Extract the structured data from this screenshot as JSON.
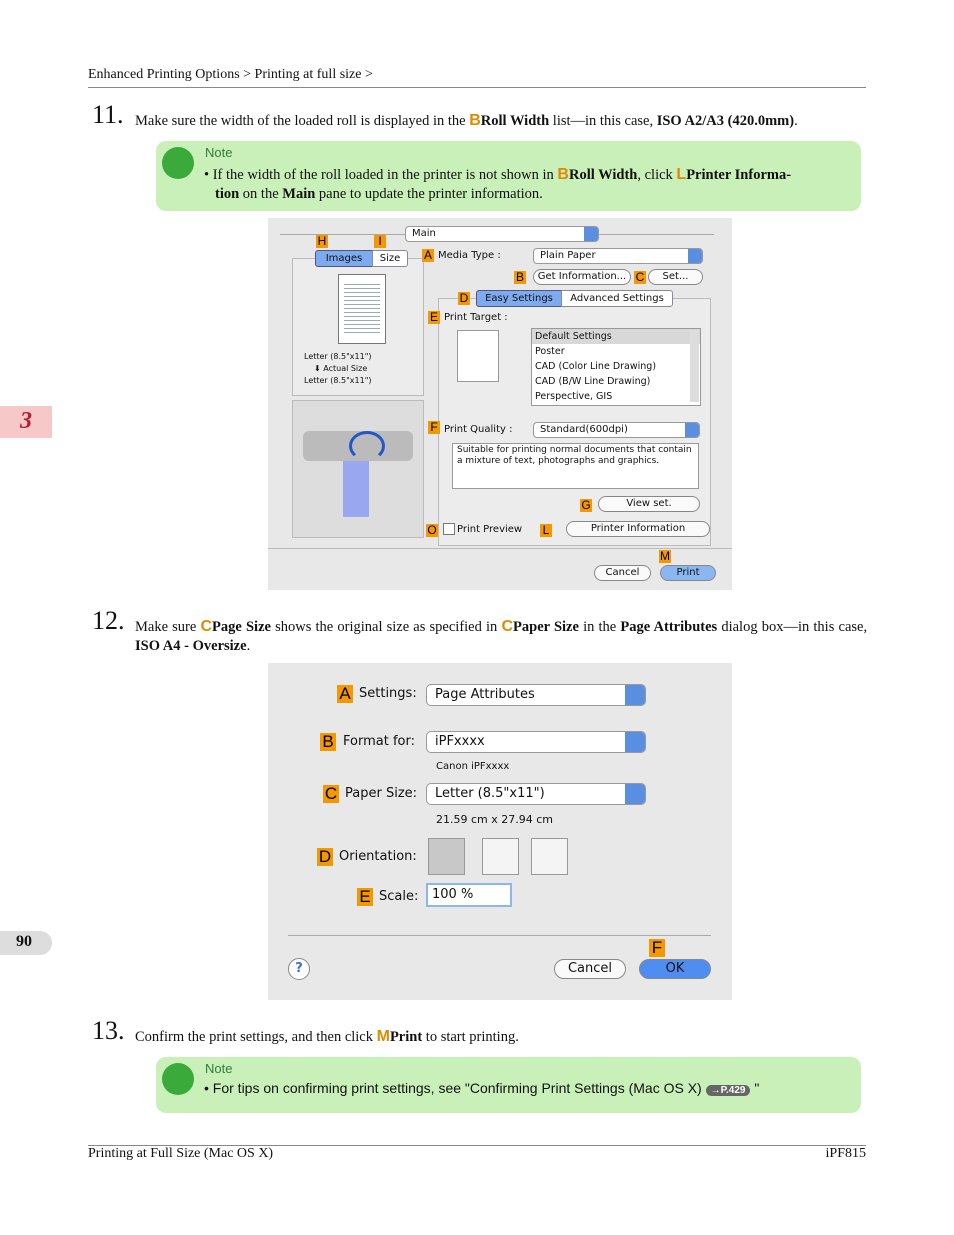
{
  "header": {
    "breadcrumb": "Enhanced Printing Options > Printing at full size >"
  },
  "side_tab": "3",
  "page_number": "90",
  "step11": {
    "num": "11.",
    "pre": "Make sure the width of the loaded roll is displayed in the",
    "letter": "B",
    "bold1": "Roll Width",
    "mid": "list—in this case,",
    "bold2": "ISO A2/A3 (420.0mm)",
    "end": "."
  },
  "note1": {
    "label": "Note",
    "bullet": "•",
    "t1": "If the width of the roll loaded in the printer is not shown in",
    "l1": "B",
    "b1": "Roll Width",
    "t2": ", click",
    "l2": "L",
    "b2": "Printer Informa-",
    "b3": "tion",
    "t3": "on the",
    "b4": "Main",
    "t4": "pane to update the printer information."
  },
  "dialog1": {
    "main_popup": "Main",
    "tab_images": "Images",
    "tab_size": "Size",
    "letter_from": "Letter (8.5\"x11\")",
    "actual_size": "Actual Size",
    "letter_to": "Letter (8.5\"x11\")",
    "media_type_label": "Media Type :",
    "media_type_value": "Plain Paper",
    "get_info": "Get Information...",
    "set": "Set...",
    "tab_easy": "Easy Settings",
    "tab_advanced": "Advanced Settings",
    "print_target": "Print Target :",
    "targets": [
      "Default Settings",
      "Poster",
      "CAD (Color Line Drawing)",
      "CAD (B/W Line Drawing)",
      "Perspective, GIS"
    ],
    "print_quality_label": "Print Quality :",
    "print_quality_value": "Standard(600dpi)",
    "quality_desc": "Suitable for printing normal documents that contain a mixture of text, photographs and graphics.",
    "view_set": "View set.",
    "print_preview": "Print Preview",
    "printer_info": "Printer Information",
    "cancel": "Cancel",
    "print": "Print",
    "letters": {
      "H": "H",
      "I": "I",
      "A": "A",
      "B": "B",
      "C": "C",
      "D": "D",
      "E": "E",
      "F": "F",
      "G": "G",
      "O": "O",
      "L": "L",
      "M": "M"
    }
  },
  "step12": {
    "num": "12.",
    "pre": "Make sure",
    "l1": "C",
    "b1": "Page Size",
    "t1": "shows the original size as specified in",
    "l2": "C",
    "b2": "Paper Size",
    "t2": "in the",
    "b3": "Page Attributes",
    "t3": "dialog box—in",
    "t4": "this case,",
    "b4": "ISO A4 - Oversize",
    "end": "."
  },
  "dialog2": {
    "settings_label": "Settings:",
    "settings_value": "Page Attributes",
    "format_label": "Format for:",
    "format_value": "iPFxxxx",
    "format_sub": "Canon iPFxxxx",
    "paper_label": "Paper Size:",
    "paper_value": "Letter (8.5\"x11\")",
    "paper_sub": "21.59 cm x 27.94 cm",
    "orientation_label": "Orientation:",
    "scale_label": "Scale:",
    "scale_value": "100 %",
    "help": "?",
    "cancel": "Cancel",
    "ok": "OK",
    "letters": {
      "A": "A",
      "B": "B",
      "C": "C",
      "D": "D",
      "E": "E",
      "F": "F"
    }
  },
  "step13": {
    "num": "13.",
    "pre": "Confirm the print settings, and then click",
    "letter": "M",
    "bold": "Print",
    "end": "to start printing."
  },
  "note2": {
    "label": "Note",
    "bullet": "•",
    "text": "For tips on confirming print settings, see \"Confirming Print Settings (Mac OS X)",
    "link": "→P.429",
    "end": "\""
  },
  "footer": {
    "left": "Printing at Full Size (Mac OS X)",
    "right": "iPF815"
  }
}
